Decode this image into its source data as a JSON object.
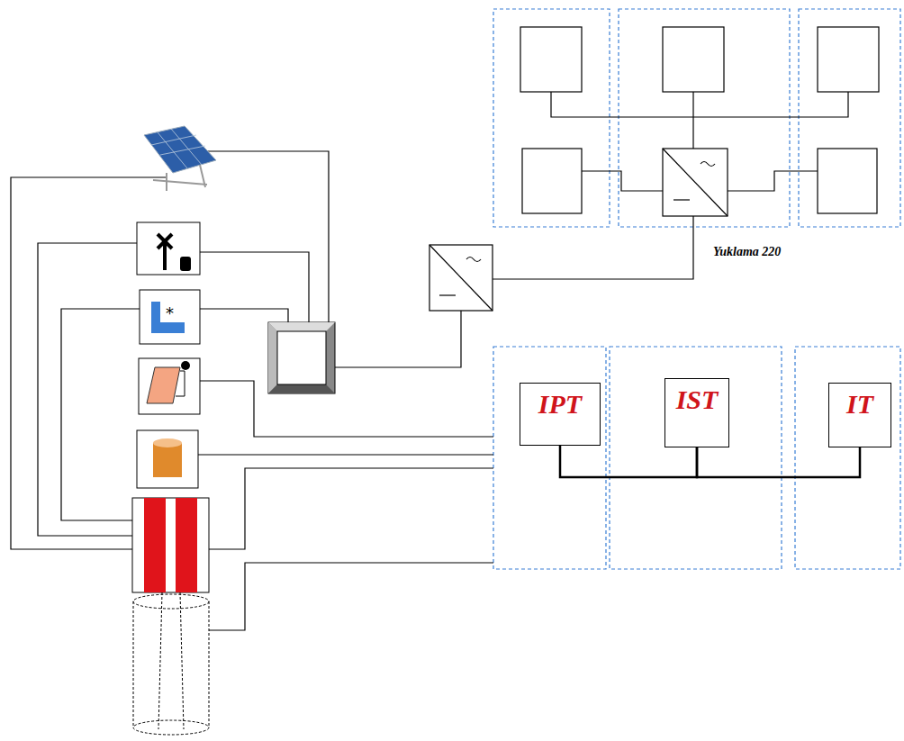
{
  "diagram": {
    "nodes": [
      {
        "text": [
          "IPT"
        ]
      },
      {
        "text": [
          "IST"
        ]
      },
      {
        "text": [
          "IT"
        ]
      }
    ],
    "edges": [
      {
        "from": 0,
        "to": 1,
        "arrow": "none"
      },
      {
        "from": 1,
        "to": 2,
        "arrow": "none"
      }
    ],
    "labels": [
      "Yuklama 220"
    ]
  }
}
